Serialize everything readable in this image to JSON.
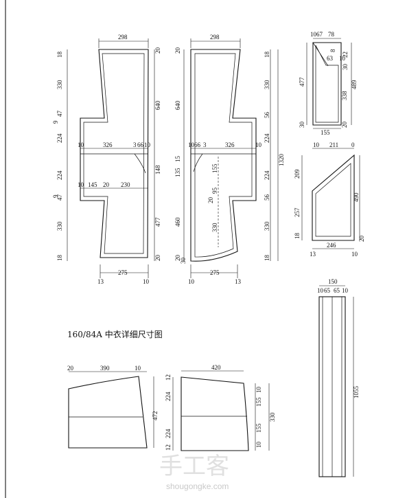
{
  "caption": "160/84A 中衣详细尺寸图",
  "watermark": {
    "brand": "手工客",
    "url": "shougongke.com"
  },
  "back_piece": {
    "top_width": "298",
    "left_dims": [
      "18",
      "330",
      "47",
      "9",
      "224",
      "224",
      "47",
      "9",
      "330",
      "18"
    ],
    "right_dims": [
      "20",
      "640",
      "148",
      "477",
      "20"
    ],
    "row1": [
      "10",
      "326",
      "3",
      "66",
      "10"
    ],
    "row2": [
      "10",
      "145",
      "20",
      "230"
    ],
    "bottom": [
      "13",
      "275",
      "10"
    ]
  },
  "front_piece": {
    "top_width": "298",
    "left_dims": [
      "20",
      "640",
      "135",
      "460",
      "20",
      "30"
    ],
    "right_dims": [
      "18",
      "330",
      "56",
      "224",
      "224",
      "56",
      "330",
      "18"
    ],
    "total": "1320",
    "row1": [
      "10",
      "66",
      "3",
      "326",
      "10"
    ],
    "center_dims": [
      "155",
      "95",
      "20",
      "330",
      "15"
    ],
    "bottom": [
      "10",
      "275",
      "13"
    ]
  },
  "collar_piece": {
    "top": [
      "10",
      "67",
      "78"
    ],
    "small": [
      "63",
      "8",
      "10",
      "22",
      "30"
    ],
    "dims": [
      "477",
      "338",
      "489",
      "30",
      "20"
    ],
    "bottom": "155"
  },
  "pocket_piece": {
    "top": [
      "10",
      "211",
      "0"
    ],
    "left": [
      "209",
      "257",
      "18"
    ],
    "right": [
      "490",
      "20"
    ],
    "bottom": [
      "13",
      "246",
      "10"
    ]
  },
  "strip_piece": {
    "top": [
      "150",
      "10",
      "65",
      "65",
      "10"
    ],
    "length": "1055"
  },
  "cuff_a": {
    "top": [
      "20",
      "390",
      "10"
    ],
    "height": "472"
  },
  "cuff_b": {
    "top": "420",
    "left": [
      "12",
      "224",
      "224",
      "12"
    ],
    "right": [
      "10",
      "155",
      "155",
      "10"
    ],
    "total": "330"
  }
}
